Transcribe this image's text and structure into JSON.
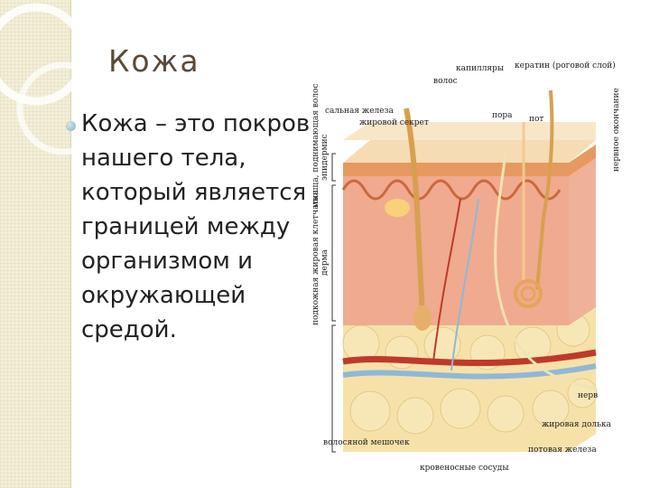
{
  "slide": {
    "title": "Кожа",
    "body_text": "Кожа – это покров нашего тела, который является границей между организмом и окружающей средой."
  },
  "diagram": {
    "labels": {
      "keratin": "кератин (роговой слой)",
      "capillaries": "капилляры",
      "hair": "волос",
      "sebaceous_gland": "сальная железа",
      "fat_secretion": "жировой секрет",
      "pore": "пора",
      "sweat": "пот",
      "nerve_ending": "нервное окончание",
      "hair_muscle": "мышца, поднимающая волос",
      "epidermis": "эпидермис",
      "dermis": "дерма",
      "subcutaneous": "подкожная жировая клетчатка",
      "nerve": "нерв",
      "fat_lobule": "жировая долька",
      "sweat_gland": "потовая железа",
      "hair_follicle": "волосяной мешочек",
      "blood_vessels": "кровеносные сосуды"
    }
  },
  "colors": {
    "title": "#5a4a3a",
    "epidermis": "#f1d2a6",
    "dermis": "#efa98f",
    "fat": "#f4e3a8",
    "artery": "#c0392b",
    "vein": "#8fb8d8"
  }
}
